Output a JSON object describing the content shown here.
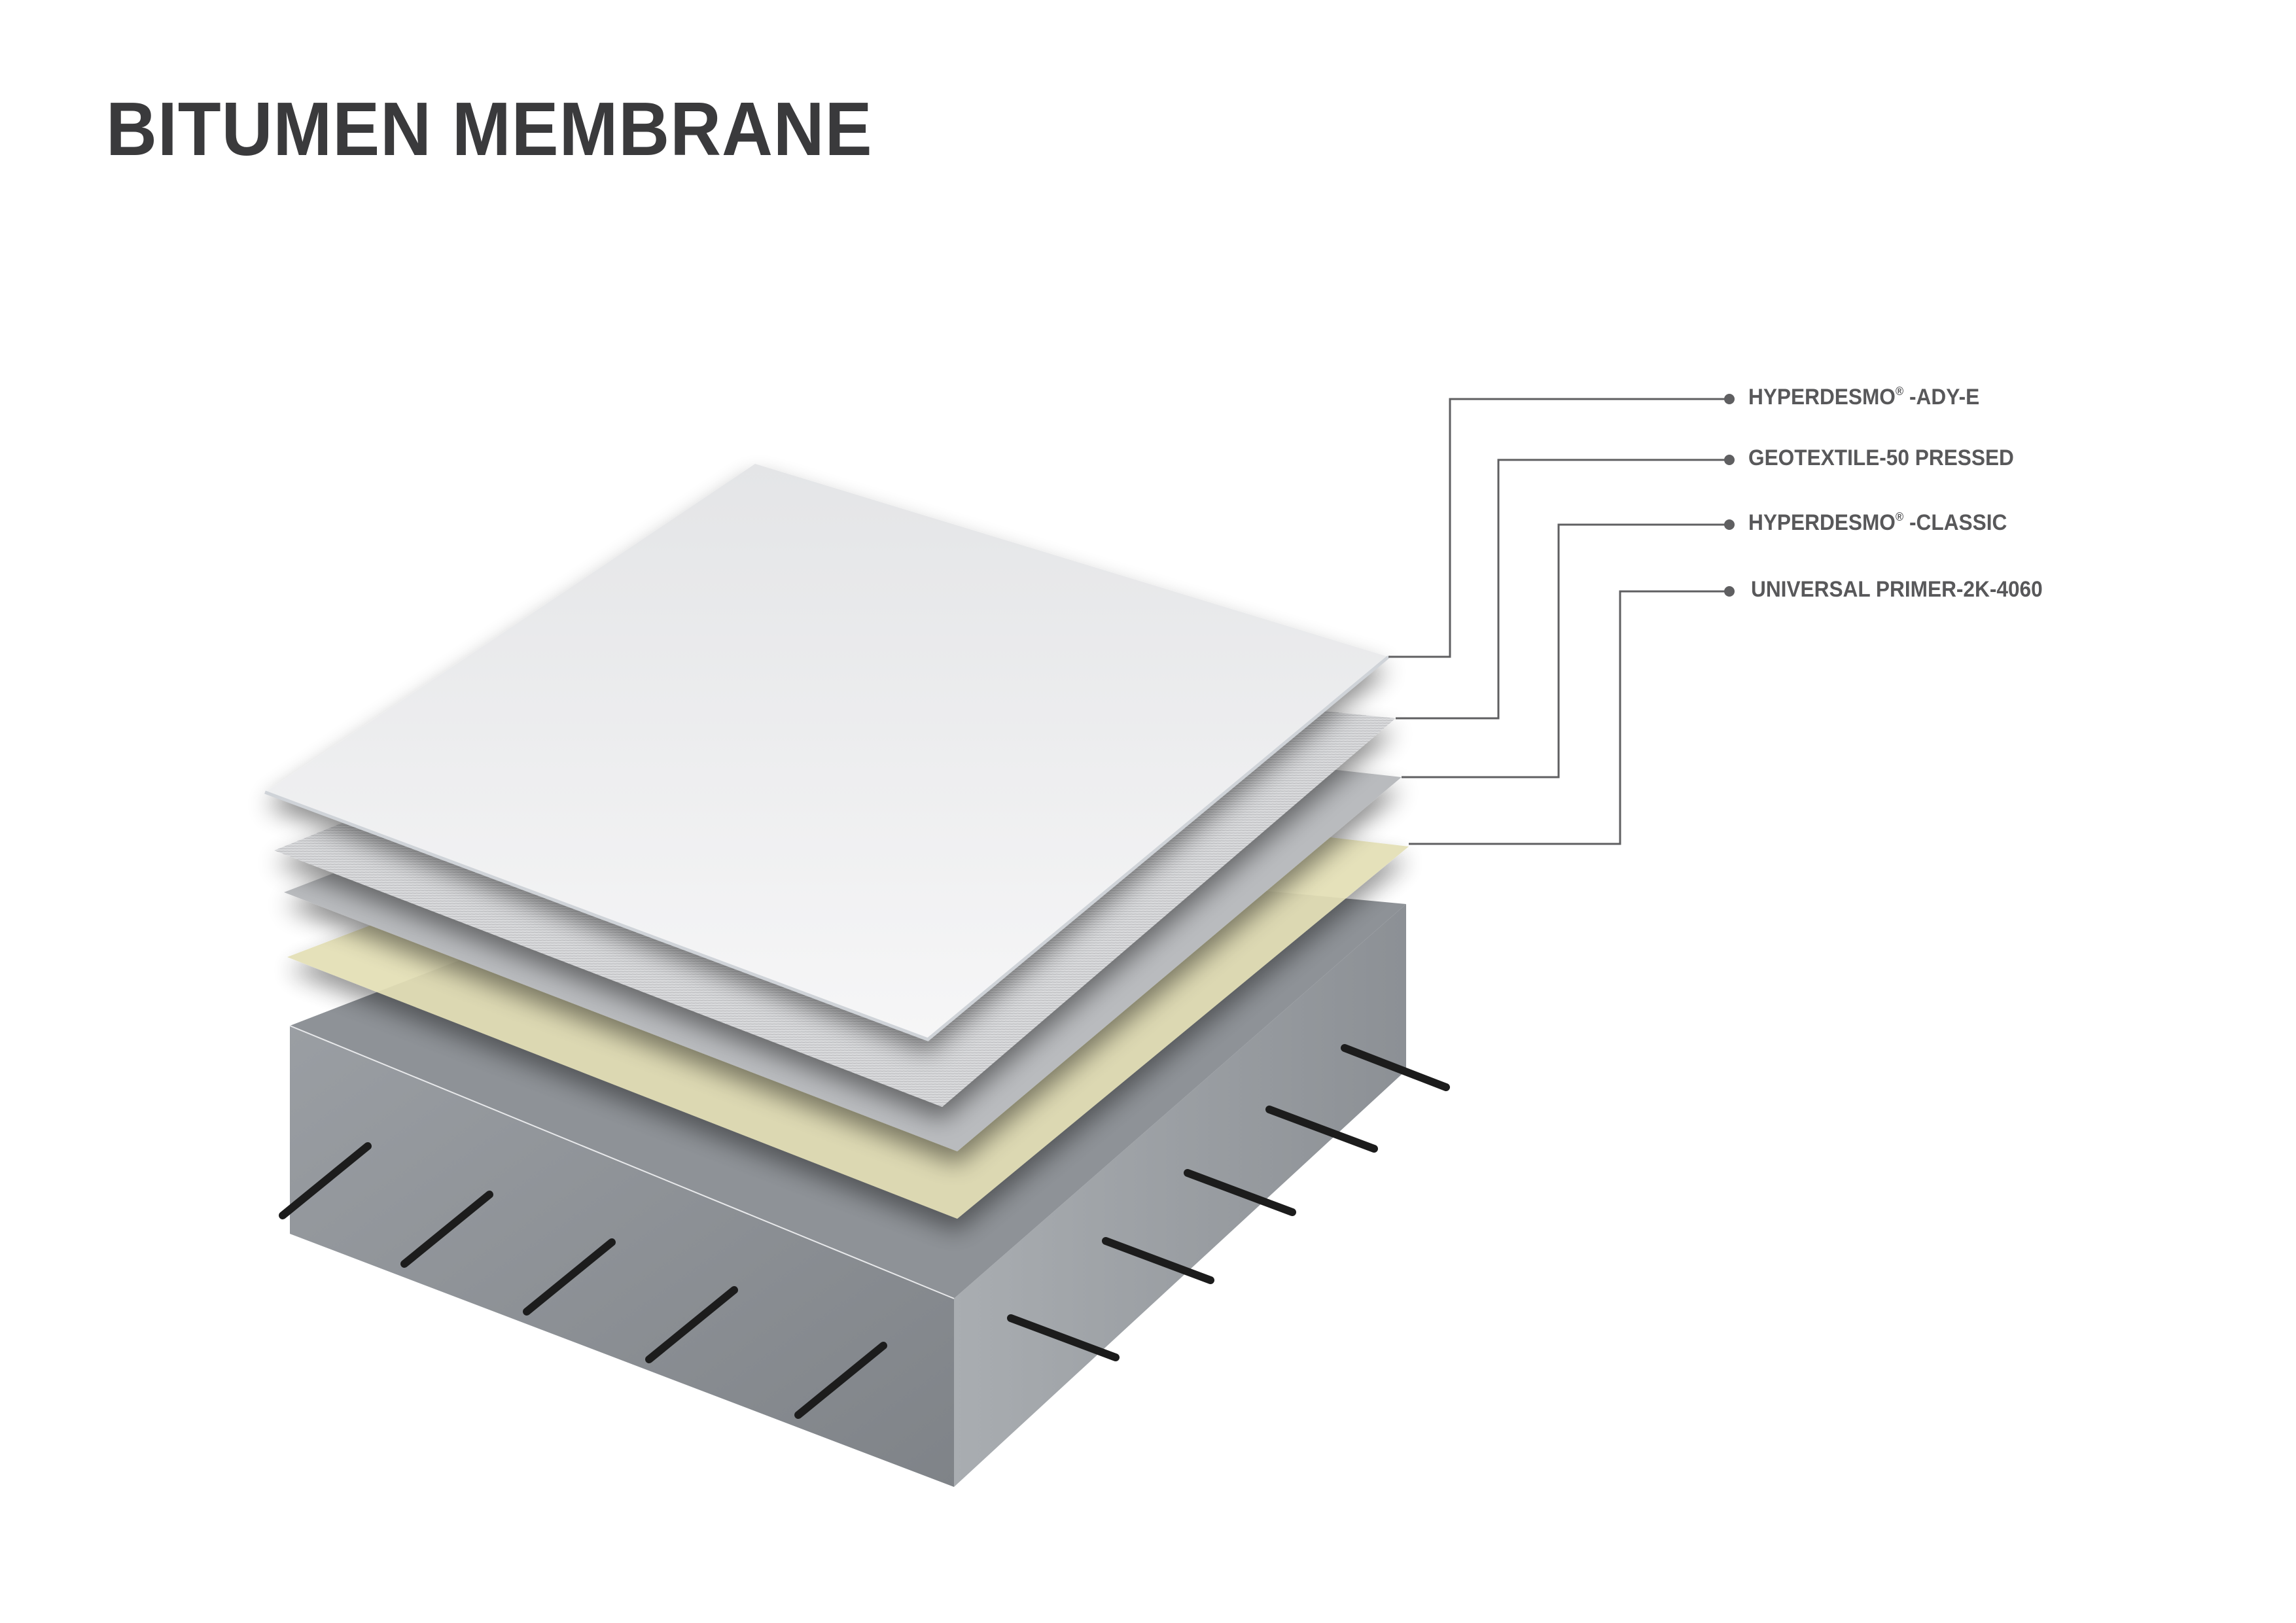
{
  "title": "BITUMEN MEMBRANE",
  "colors": {
    "title": "#3a3a3c",
    "label": "#58585a",
    "leader_line": "#5f5f61",
    "top_sheet": "#ebecee",
    "geotextile": "#d6d7d9",
    "classic_layer": "#b8babd",
    "primer_layer": "#e6e2b8",
    "concrete_top": "#8a8e92",
    "concrete_left": "#8d9196",
    "concrete_right": "#a2a6ab",
    "rebar": "#1c1c1c"
  },
  "layers": [
    {
      "id": "ady-e",
      "brand": "HYPERDESMO",
      "mark": "®",
      "suffix": " -ADY-E"
    },
    {
      "id": "geotextile",
      "brand": "GEOTEXTILE-50 PRESSED",
      "mark": "",
      "suffix": ""
    },
    {
      "id": "classic",
      "brand": "HYPERDESMO",
      "mark": "®",
      "suffix": " -CLASSIC"
    },
    {
      "id": "primer",
      "brand": "UNIVERSAL PRIMER-2K-4060",
      "mark": "",
      "suffix": ""
    }
  ],
  "substrate": "concrete slab with rebar"
}
